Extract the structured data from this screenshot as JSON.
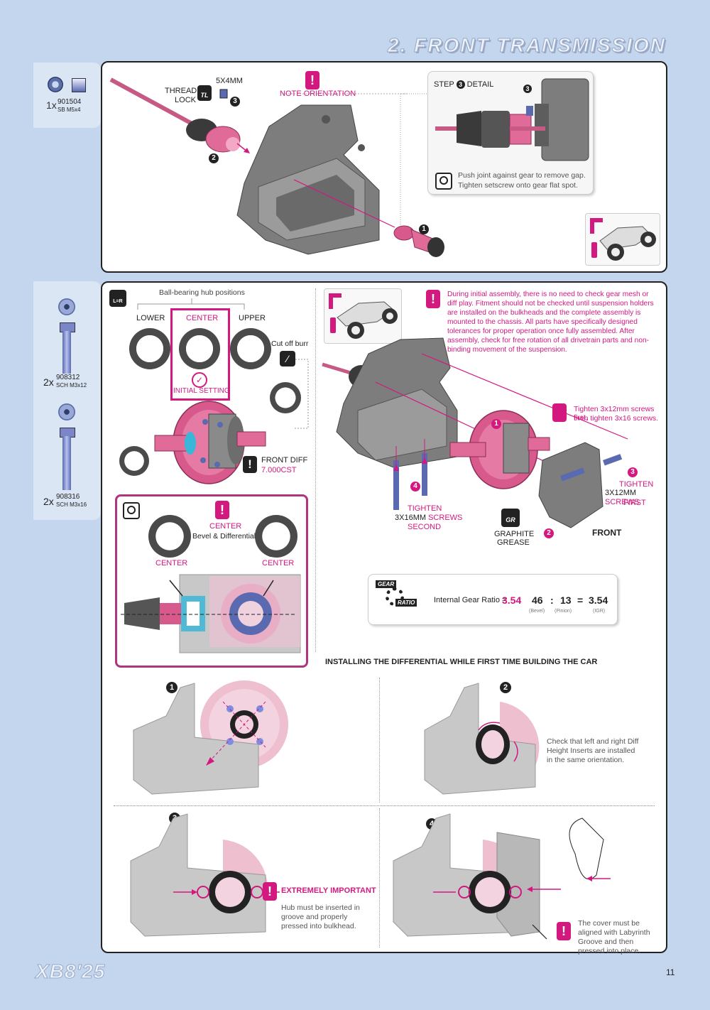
{
  "page": {
    "title": "2. FRONT TRANSMISSION",
    "page_number": "11",
    "logo_text": "XB8'25"
  },
  "parts_top": {
    "qty": "1x",
    "code": "901504",
    "desc": "SB M5x4"
  },
  "parts_bottom": [
    {
      "qty": "2x",
      "code": "908312",
      "desc": "SCH M3x12"
    },
    {
      "qty": "2x",
      "code": "908316",
      "desc": "SCH M3x16"
    }
  ],
  "step_top": {
    "thread_lock": "THREAD LOCK",
    "tl_badge": "TL",
    "size": "5x4mm",
    "note_orientation": "NOTE ORIENTATION",
    "detail_title": "STEP",
    "detail_title_suffix": "DETAIL",
    "detail_note_line1": "Push joint against gear to remove gap.",
    "detail_note_line2": "Tighten setscrew onto gear flat spot.",
    "num1": "1",
    "num2": "2",
    "num3": "3"
  },
  "step_bottom": {
    "lr_badge": "L=R",
    "hub_positions": "Ball-bearing hub positions",
    "lower": "LOWER",
    "center": "CENTER",
    "upper": "UPPER",
    "initial_setting": "INITIAL SETTING",
    "cut_off_burr": "Cut off burr",
    "front_diff": "FRONT DIFF",
    "oil": "7.000cSt",
    "inset_center": "CENTER",
    "inset_bevel": "Bevel & Differential",
    "inset_center_left": "CENTER",
    "inset_center_right": "CENTER",
    "warning_text": "During initial assembly, there is no need to check gear mesh or diff play. Fitment should not be checked until suspension holders are installed on the bulkheads and the complete assembly is mounted to the chassis. All parts have specifically designed tolerances for proper operation once fully assembled. After assembly, check for free rotation of all drivetrain parts and non-binding movement of the suspension.",
    "tighten_note_line1": "Tighten 3x12mm screws first,",
    "tighten_note_line2": "then tighten 3x16 screws.",
    "tighten_first_a": "TIGHTEN",
    "tighten_first_b": "3x12mm",
    "tighten_first_c": "SCREWS",
    "tighten_first_d": "FIRST",
    "tighten_second_a": "TIGHTEN",
    "tighten_second_b": "3x16mm",
    "tighten_second_c": "SCREWS",
    "tighten_second_d": "SECOND",
    "gr_badge": "GR",
    "graphite": "GRAPHITE",
    "grease": "GREASE",
    "front": "FRONT",
    "num1": "1",
    "num2": "2",
    "num3": "3",
    "num4": "4"
  },
  "gear_ratio": {
    "badge_top": "GEAR",
    "badge_bottom": "RATIO",
    "label": "Internal Gear Ratio =",
    "value": "3.54",
    "bevel": "46",
    "colon": ":",
    "pinion": "13",
    "equals": "=",
    "igr": "3.54",
    "bevel_label": "(Bevel)",
    "pinion_label": "(Pinion)",
    "igr_label": "(IGR)"
  },
  "installing": {
    "heading": "INSTALLING THE DIFFERENTIAL WHILE FIRST TIME BUILDING THE CAR",
    "step2_note": "Check that left and right Diff Height Inserts are installed in the same orientation.",
    "step3_title": "EXTREMELY IMPORTANT",
    "step3_note": "Hub must be inserted in groove and properly pressed into bulkhead.",
    "step4_note": "The cover must be aligned with Labyrinth Groove and then pressed into place.",
    "n1": "1",
    "n2": "2",
    "n3": "3",
    "n4": "4"
  }
}
